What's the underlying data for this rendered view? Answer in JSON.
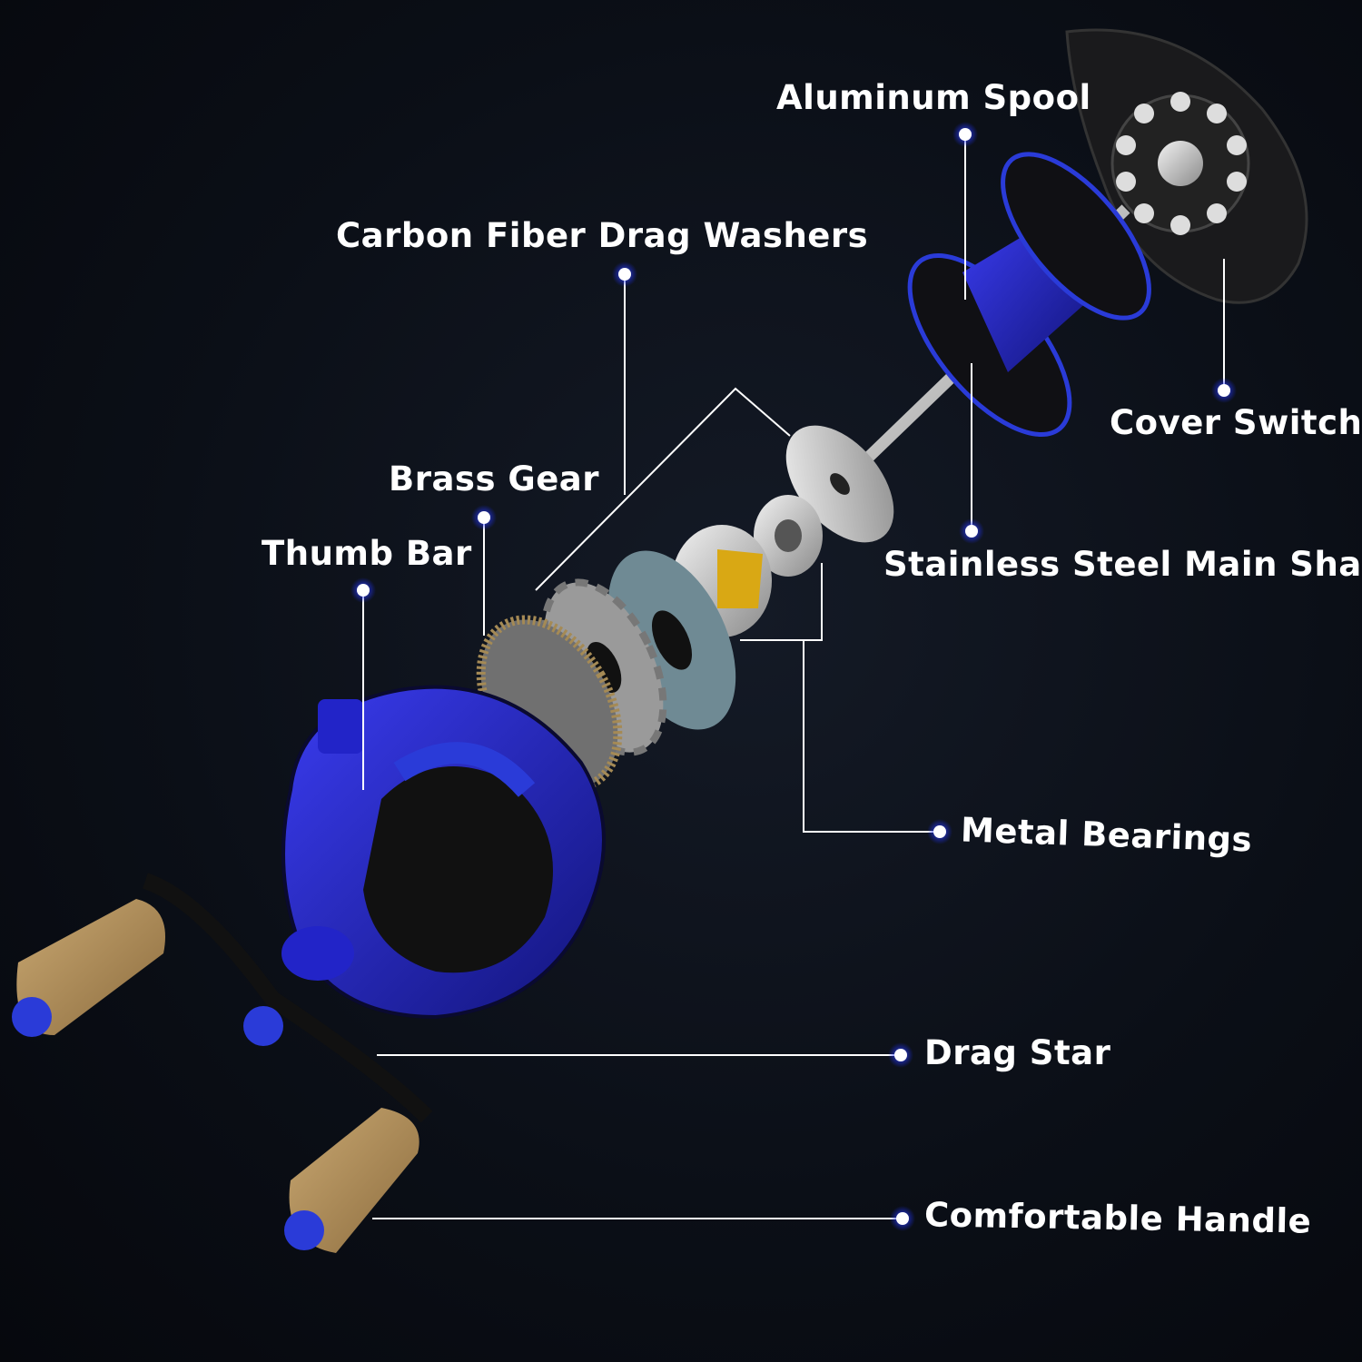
{
  "colors": {
    "background": "#0a0d14",
    "accent": "#1a2cff",
    "line": "#ffffff",
    "reel_blue": "#1f22c8",
    "cork": "#b8955e"
  },
  "labels": {
    "aluminum_spool": "Aluminum Spool",
    "carbon_fiber_drag_washers": "Carbon Fiber Drag Washers",
    "cover_switch": "Cover Switch",
    "stainless_steel_main_shaft": "Stainless Steel Main Shaft",
    "brass_gear": "Brass Gear",
    "thumb_bar": "Thumb Bar",
    "metal_bearings": "Metal Bearings",
    "drag_star": "Drag Star",
    "comfortable_handle": "Comfortable Handle"
  }
}
